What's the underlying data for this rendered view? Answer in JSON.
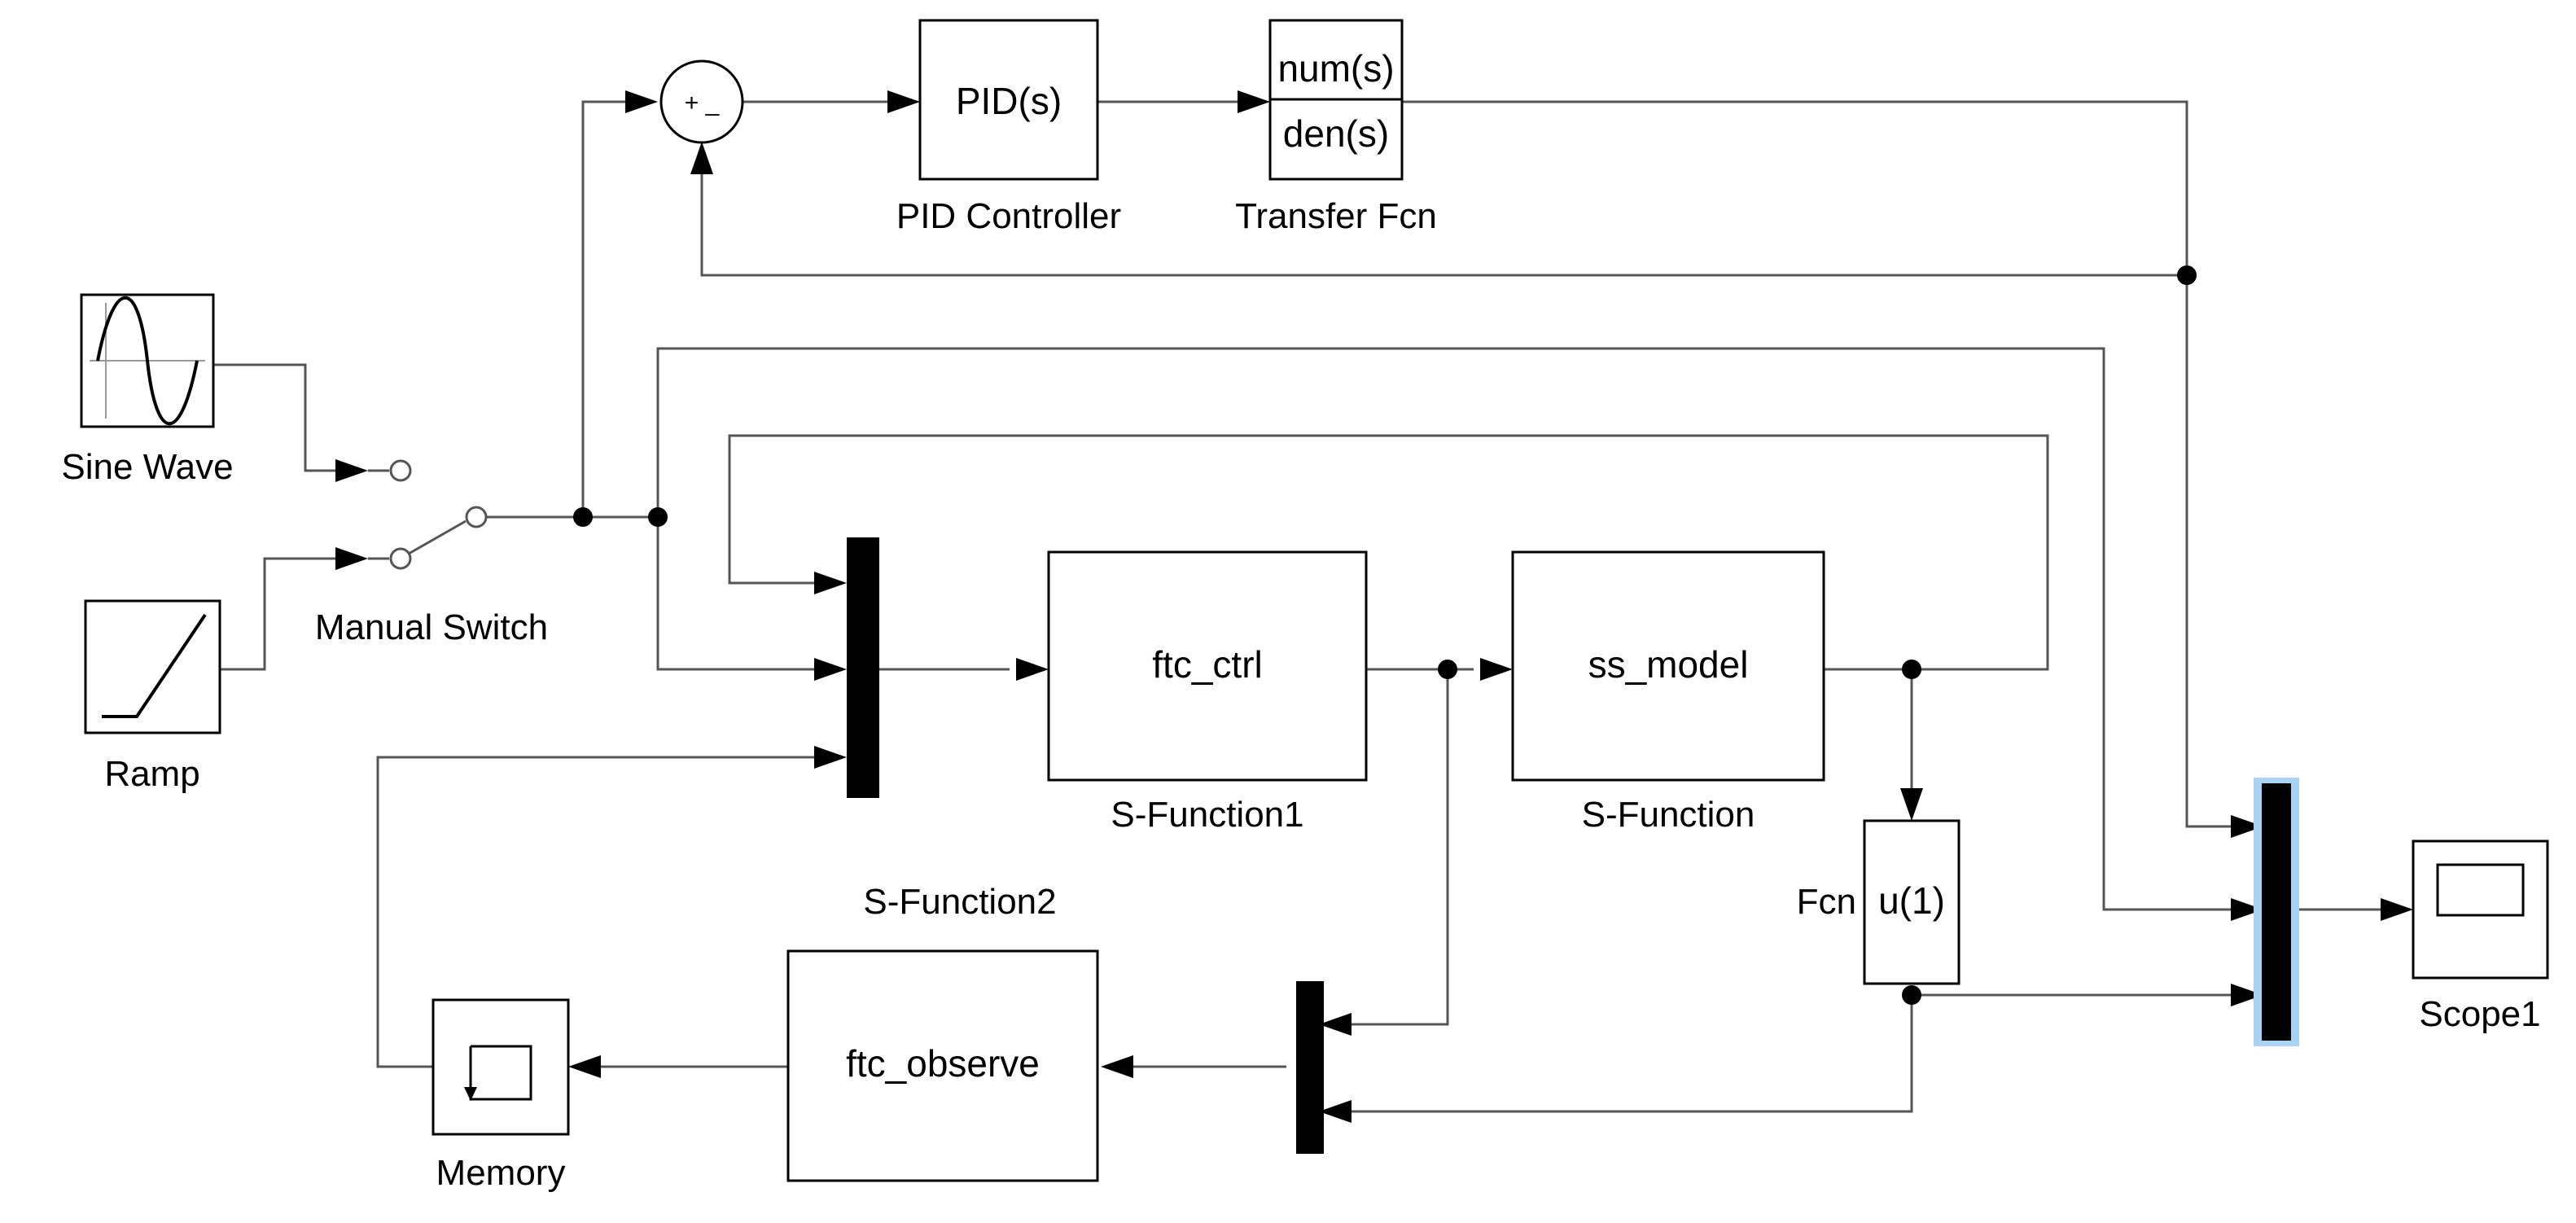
{
  "blocks": {
    "sum": {
      "signs": "+ _"
    },
    "pid": {
      "text": "PID(s)",
      "label": "PID Controller"
    },
    "tf": {
      "num": "num(s)",
      "den": "den(s)",
      "label": "Transfer Fcn"
    },
    "sine": {
      "label": "Sine Wave"
    },
    "ramp": {
      "label": "Ramp"
    },
    "switch": {
      "label": "Manual Switch"
    },
    "sfun1": {
      "text": "ftc_ctrl",
      "label": "S-Function1"
    },
    "sfun": {
      "text": "ss_model",
      "label": "S-Function"
    },
    "fcn": {
      "text": "u(1)",
      "label": "Fcn"
    },
    "sfun2": {
      "text": "ftc_observe",
      "label": "S-Function2"
    },
    "memory": {
      "label": "Memory"
    },
    "scope": {
      "label": "Scope1"
    }
  },
  "colors": {
    "block_stroke": "#000000",
    "wire": "#555555",
    "selection_highlight": "#a9d2f5"
  }
}
